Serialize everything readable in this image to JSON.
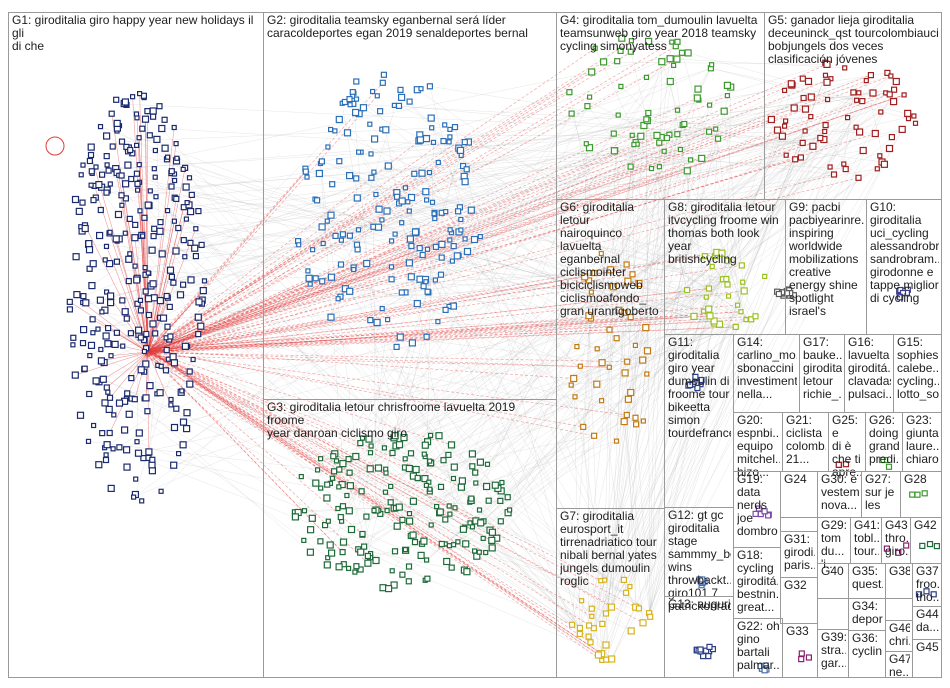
{
  "colors": {
    "background": "#ffffff",
    "border": "#9a9a9a",
    "edge_gray": "#b8b8b8",
    "edge_red": "#e23b3b",
    "G1": "#1c2a6e",
    "G2": "#2a6fb8",
    "G3": "#1f6b3a",
    "G4": "#3d9a2f",
    "G5": "#a01e1e",
    "G6": "#c27a12",
    "G7": "#d8b21a",
    "G8": "#9cc11f",
    "G9": "#5a5a5a",
    "G10": "#3a3a8a",
    "G11": "#2c3e86",
    "G12": "#4a6fb0",
    "G13": "#2c3e86",
    "G19": "#7c4aa8",
    "G33": "#8a1d6e"
  },
  "groups": [
    {
      "id": "G1",
      "label": "G1: giroditalia giro happy year new holidays il gli\ndi che"
    },
    {
      "id": "G2",
      "label": "G2: giroditalia teamsky eganbernal será líder\ncaracoldeportes egan 2019 senaldeportes bernal"
    },
    {
      "id": "G3",
      "label": "G3: giroditalia letour chrisfroome lavuelta 2019 froome\nyear danroan ciclismo giro"
    },
    {
      "id": "G4",
      "label": "G4: giroditalia tom_dumoulin lavuelta\nteamsunweb giro year 2018 teamsky\ncycling simonyatess"
    },
    {
      "id": "G5",
      "label": "G5: ganador lieja giroditalia\ndeceuninck_qst tourcolombiauci\nbobjungels dos veces\nclasificación jóvenes"
    },
    {
      "id": "G6",
      "label": "G6: giroditalia letour\nnairoquinco lavuelta\neganbernal\nciclismointer\nbiciciclismoweb\nciclismoafondo_\ngran uranrigoberto"
    },
    {
      "id": "G7",
      "label": "G7: giroditalia\neurosport_it\ntirrenadriatico tour\nnibali bernal yates\njungels dumoulin\nroglic"
    },
    {
      "id": "G8",
      "label": "G8: giroditalia letour\nitvcycling froome win\nthomas both look year\nbritishcycling"
    },
    {
      "id": "G9",
      "label": "G9: pacbi\npacbiyearinre...\ninspiring\nworldwide\nmobilizations\ncreative\nenergy shine\nspotlight\nisrael's"
    },
    {
      "id": "G10",
      "label": "G10:\ngiroditalia\nuci_cycling\nalessandrobr...\nsandrobram...\ngirodonne e\ntappe miglior\ndi cycling"
    },
    {
      "id": "G11",
      "label": "G11:\ngiroditalia\ngiro year\ndumoulin di\nfroome tour\nbikeetta\nsimon\ntourdefrance"
    },
    {
      "id": "G12",
      "label": "G12: gt gc\ngiroditalia\nstage\nsammmy_be\nwins\nthrowbackt...\ngiro101 7\npatrickonrad"
    },
    {
      "id": "G13",
      "label": "G13: auguri"
    },
    {
      "id": "G14",
      "label": "G14:\ncarlino_mo...\nsbonaccini\ninvestimenti\nnella..."
    },
    {
      "id": "G15",
      "label": "G15:\nsophies...\ncalebe...\ncycling...\nlotto_so..."
    },
    {
      "id": "G16",
      "label": "G16:\nlavuelta\ngiroditá...\nclavadas\npulsaci..."
    },
    {
      "id": "G17",
      "label": "G17:\nbauke...\ngirodita...\nletour\nrichie_..."
    },
    {
      "id": "G18",
      "label": "G18:\ncycling\ngiroditá...\nbestnin...\ngreat..."
    },
    {
      "id": "G19",
      "label": "G19:\ndata\nnerds\njoe\ndombro..."
    },
    {
      "id": "G20",
      "label": "G20:\nespnbi...\nequipo\nmitchel...\nhizo..."
    },
    {
      "id": "G21",
      "label": "G21:\nciclista\ncolomb...\n21..."
    },
    {
      "id": "G22",
      "label": "G22: oh\ngino\nbartali\npalmar..."
    },
    {
      "id": "G23",
      "label": "G23:\ngiunta...\nlaure...\nchiaro..."
    },
    {
      "id": "G24",
      "label": "G24"
    },
    {
      "id": "G25",
      "label": "G25: e\ndi è\nche ti\napre..."
    },
    {
      "id": "G26",
      "label": "G26:\ndoing\ngrand...\npredi..."
    },
    {
      "id": "G27",
      "label": "G27:\nsur je\nles"
    },
    {
      "id": "G28",
      "label": "G28"
    },
    {
      "id": "G29",
      "label": "G29:\ntom\ndu...\n'i..."
    },
    {
      "id": "G30",
      "label": "G30: e\nvestem\nnova..."
    },
    {
      "id": "G31",
      "label": "G31:\ngirodi...\nparis..."
    },
    {
      "id": "G32",
      "label": "G32"
    },
    {
      "id": "G33",
      "label": "G33"
    },
    {
      "id": "G34",
      "label": "G34:\ndepor..."
    },
    {
      "id": "G35",
      "label": "G35:\nquest..."
    },
    {
      "id": "G36",
      "label": "G36:\ncyclin..."
    },
    {
      "id": "G37",
      "label": "G37:\nfroo...\ntho..."
    },
    {
      "id": "G38",
      "label": "G38"
    },
    {
      "id": "G39",
      "label": "G39:\nstra...\ngar..."
    },
    {
      "id": "G40",
      "label": "G40"
    },
    {
      "id": "G41",
      "label": "G41:\ntobl...\ntour..."
    },
    {
      "id": "G42",
      "label": "G42"
    },
    {
      "id": "G43",
      "label": "G43:\nthro...\ngiro..."
    },
    {
      "id": "G44",
      "label": "G44:\nda..."
    },
    {
      "id": "G45",
      "label": "G45"
    },
    {
      "id": "G46",
      "label": "G46:\nchri..."
    },
    {
      "id": "G47",
      "label": "G47:\nne..."
    }
  ]
}
